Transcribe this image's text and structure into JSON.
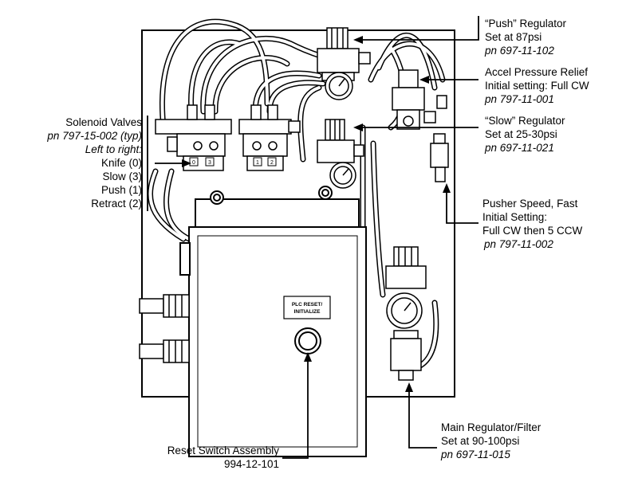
{
  "callouts": {
    "push_regulator": {
      "title": "“Push” Regulator",
      "setting": "Set at 87psi",
      "part_number": "pn 697-11-102"
    },
    "accel_relief": {
      "title": "Accel Pressure Relief",
      "setting_label": "Initial setting:",
      "setting_value": "Full CW",
      "part_number": "pn 797-11-001"
    },
    "slow_regulator": {
      "title": "“Slow” Regulator",
      "setting": "Set at 25-30psi",
      "part_number": "pn 697-11-021"
    },
    "pusher_speed": {
      "title": "Pusher Speed, Fast",
      "setting_label": "Initial Setting:",
      "setting_value": "Full CW then 5 CCW",
      "part_number": "pn 797-11-002"
    },
    "main_regulator": {
      "title": "Main Regulator/Filter",
      "setting": "Set at 90-100psi",
      "part_number": "pn 697-11-015"
    },
    "reset_switch": {
      "title": "Reset Switch Assembly",
      "part_number": "994-12-101"
    },
    "solenoid_valves": {
      "title": "Solenoid Valves",
      "part_number": "pn 797-15-002 (typ)",
      "order_note": "Left to right:",
      "items": [
        "Knife (0)",
        "Slow (3)",
        "Push (1)",
        "Retract (2)"
      ]
    }
  },
  "enclosure": {
    "plate_line1": "PLC RESET/",
    "plate_line2": "INITIALIZE"
  },
  "valve_numbers": [
    "0",
    "3",
    "1",
    "2"
  ]
}
